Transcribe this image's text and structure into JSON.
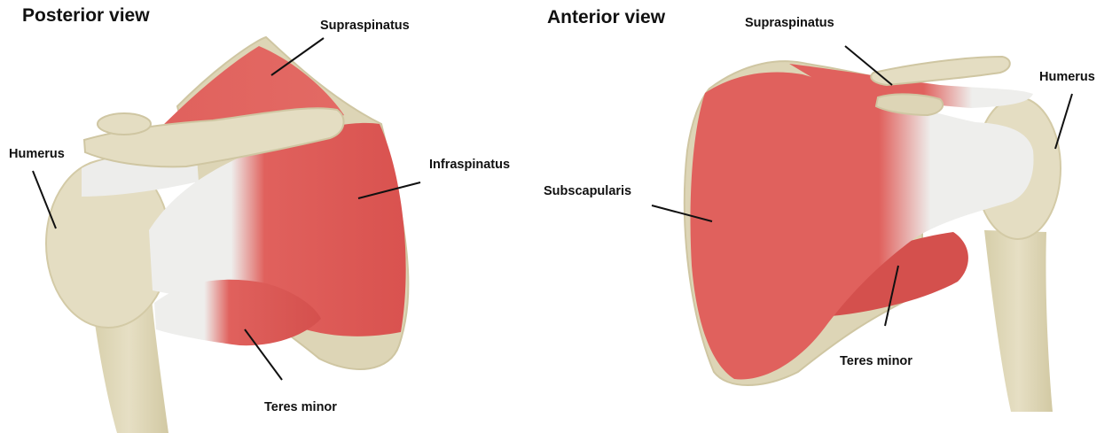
{
  "posterior": {
    "title": "Posterior view",
    "labels": {
      "supraspinatus": "Supraspinatus",
      "humerus": "Humerus",
      "infraspinatus": "Infraspinatus",
      "teres_minor": "Teres minor"
    }
  },
  "anterior": {
    "title": "Anterior view",
    "labels": {
      "supraspinatus": "Supraspinatus",
      "humerus": "Humerus",
      "subscapularis": "Subscapularis",
      "teres_minor": "Teres minor"
    }
  },
  "colors": {
    "muscle": "#e0615d",
    "muscle_dark": "#c94744",
    "tendon": "#ededeb",
    "bone": "#e3dcbf",
    "bone_shadow": "#cfc6a2",
    "leader": "#111111"
  }
}
